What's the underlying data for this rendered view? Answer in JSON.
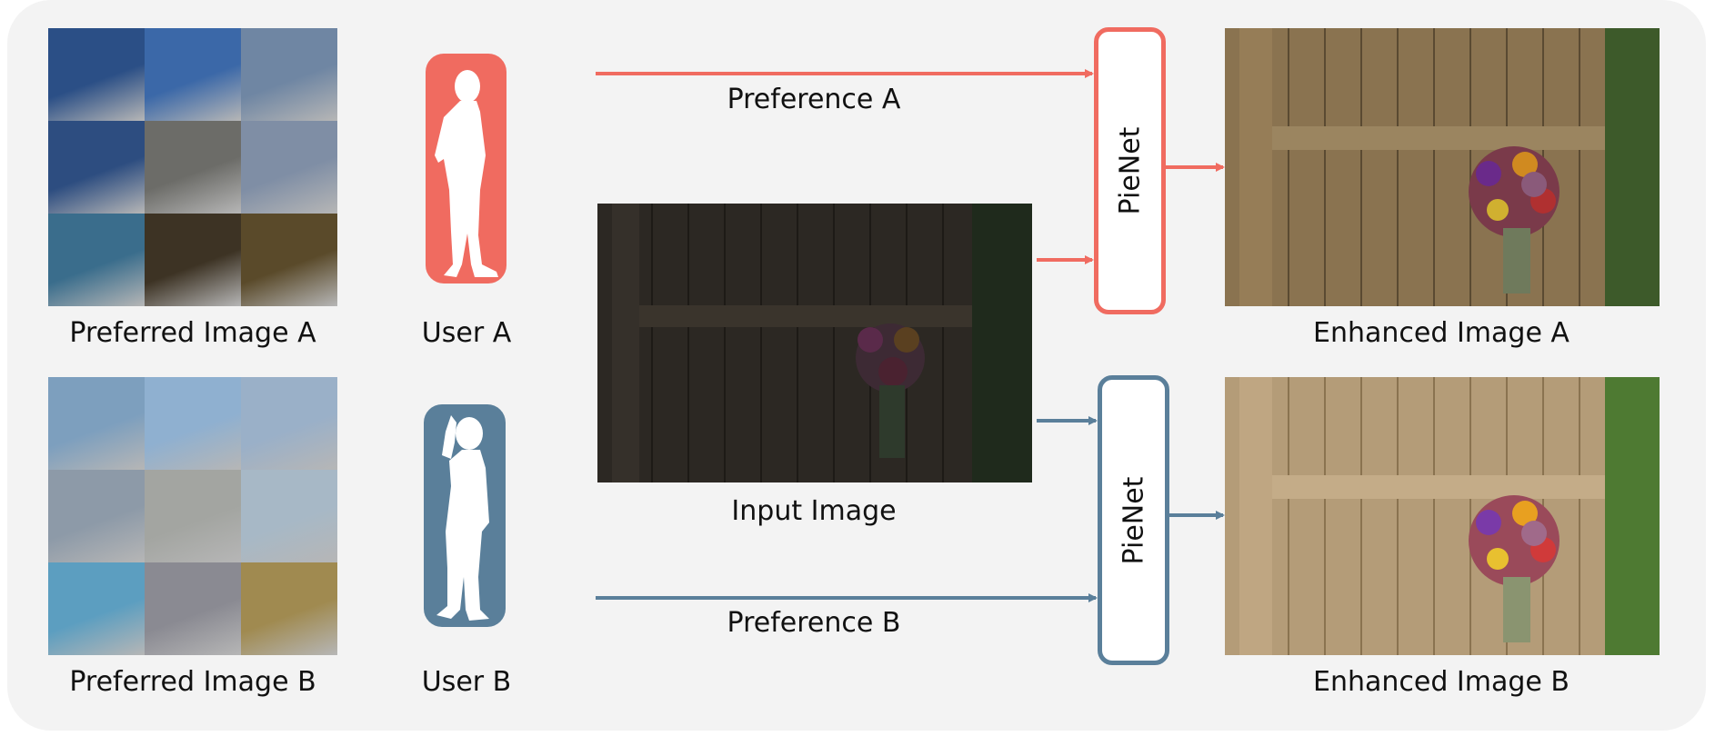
{
  "colors": {
    "user_a": "#f06b60",
    "user_b": "#5a7f9a",
    "panel": "#f3f3f3"
  },
  "top": {
    "preferred_label": "Preferred Image A",
    "user_label": "User A",
    "preference_label": "Preference A",
    "pienet_label": "PieNet",
    "enhanced_label": "Enhanced Image A"
  },
  "bottom": {
    "preferred_label": "Preferred Image B",
    "user_label": "User B",
    "preference_label": "Preference B",
    "pienet_label": "PieNet",
    "enhanced_label": "Enhanced Image B"
  },
  "input": {
    "label": "Input Image"
  },
  "grid_a": [
    "#2b4f86",
    "#3b68a8",
    "#6f86a3",
    "#2d4d80",
    "#6c6c68",
    "#7f8ea5",
    "#3a6d8c",
    "#3d3324",
    "#5a4a2a"
  ],
  "grid_b": [
    "#7d9fbe",
    "#8fb0d0",
    "#9ab0c8",
    "#8d9aa8",
    "#a3a5a1",
    "#a7b8c6",
    "#5c9ec0",
    "#8a8a92",
    "#a08a50"
  ]
}
